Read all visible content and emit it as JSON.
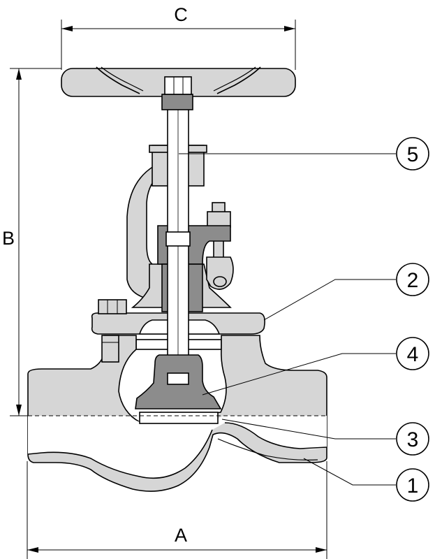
{
  "dimensions": {
    "width_label": "C",
    "height_label": "B",
    "length_label": "A"
  },
  "callouts": [
    {
      "number": "5"
    },
    {
      "number": "2"
    },
    {
      "number": "4"
    },
    {
      "number": "3"
    },
    {
      "number": "1"
    }
  ],
  "colors": {
    "body_fill": "#d6d6d6",
    "dark_part_fill": "#8c8c8c",
    "outline": "#000000",
    "background": "#ffffff"
  }
}
